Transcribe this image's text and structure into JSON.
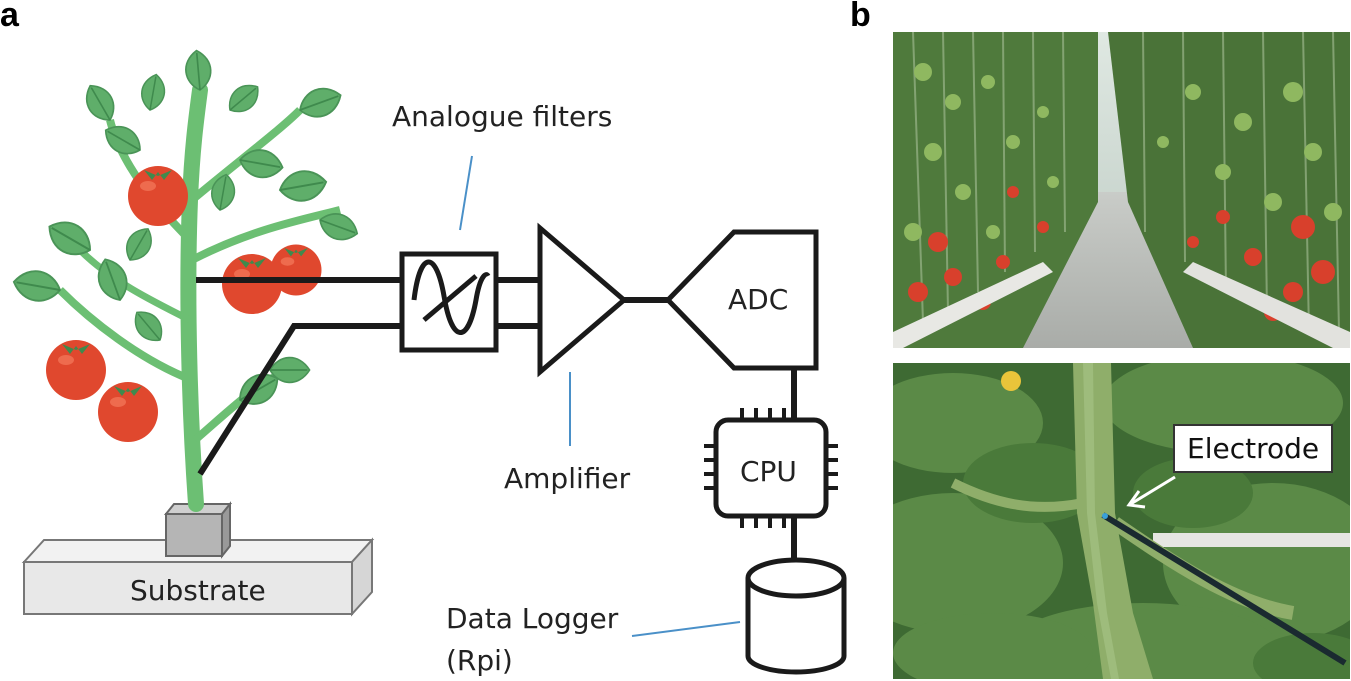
{
  "panels": {
    "a": "a",
    "b": "b"
  },
  "diagram": {
    "analogue_filters": "Analogue filters",
    "amplifier": "Amplifier",
    "adc": "ADC",
    "cpu": "CPU",
    "data_logger_line1": "Data Logger",
    "data_logger_line2": "(Rpi)",
    "substrate": "Substrate"
  },
  "photos": {
    "electrode": "Electrode"
  },
  "colors": {
    "leaf": "#5fae6a",
    "stem": "#6cbf73",
    "tomato": "#e0482e",
    "callout_line": "#4a90c8",
    "substrate": "#e8e8e8"
  }
}
